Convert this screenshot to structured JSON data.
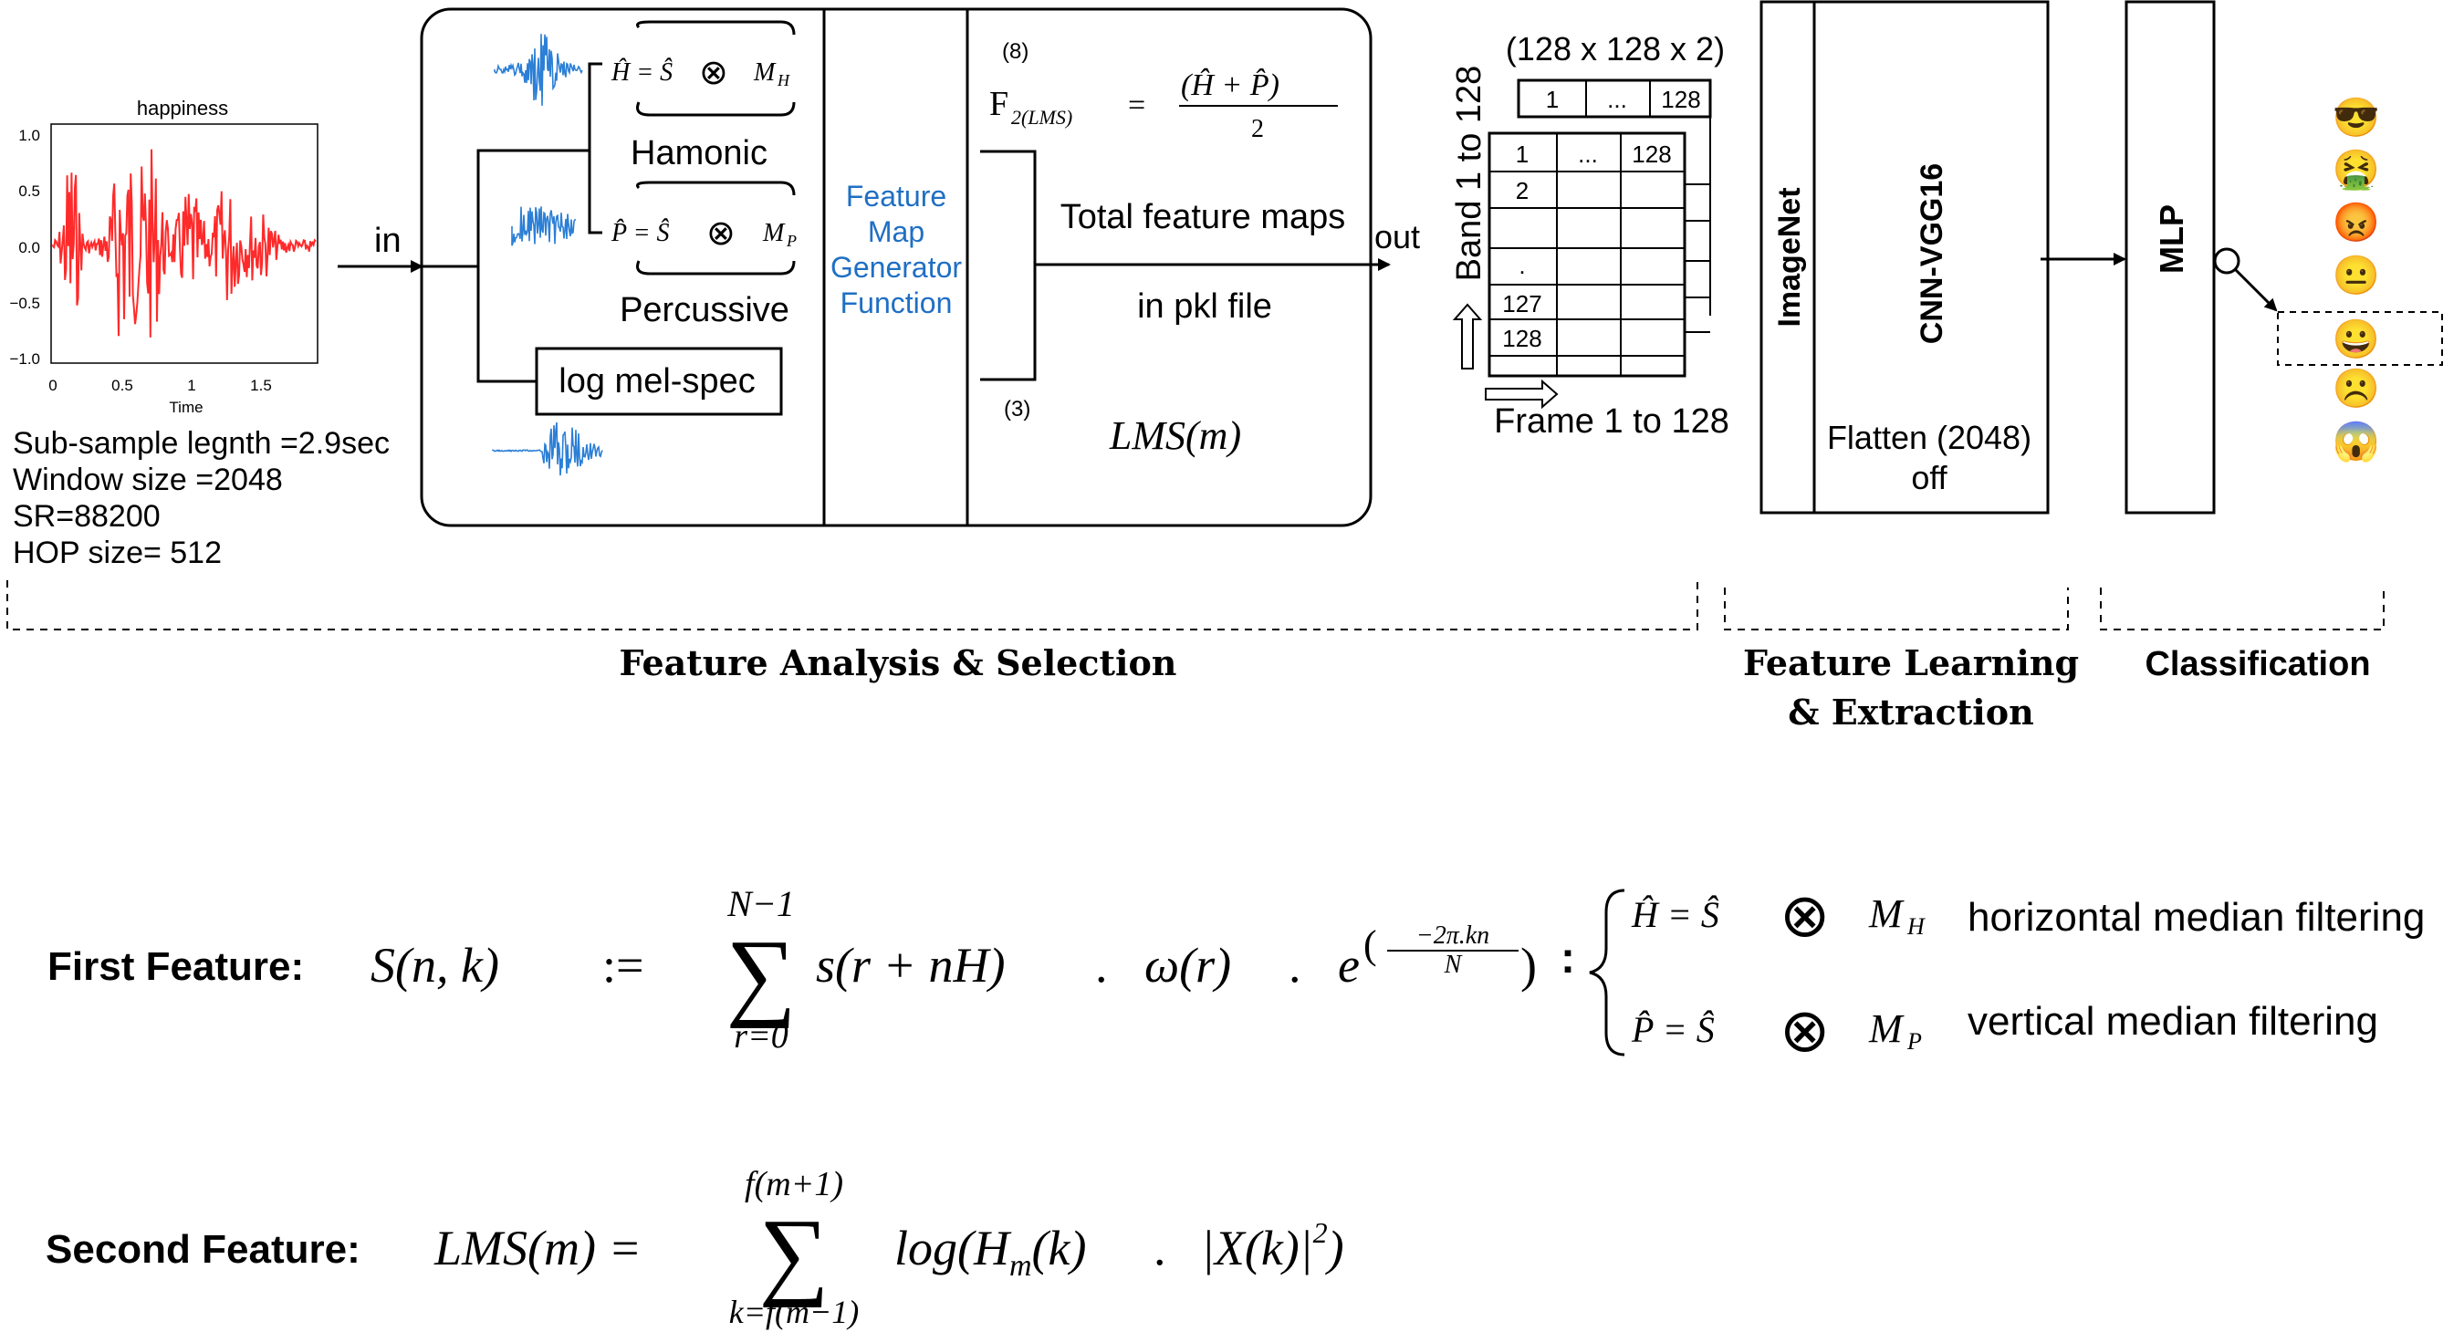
{
  "colors": {
    "waveform": "#ff2a2a",
    "feature_map_text": "#1f6fc4",
    "audio_thumb": "#2b7fd6"
  },
  "waveform_plot": {
    "title": "happiness",
    "xlabel": "Time",
    "y_ticks": [
      "1.0",
      "0.5",
      "0.0",
      "−0.5",
      "−1.0"
    ],
    "x_ticks": [
      "0",
      "0.5",
      "1",
      "1.5"
    ]
  },
  "params": {
    "line1": "Sub-sample legnth =2.9sec",
    "line2": "Window size =2048",
    "line3": "SR=88200",
    "line4": "HOP size= 512"
  },
  "flow": {
    "in_label": "in",
    "out_label": "out"
  },
  "decomposition": {
    "harmonic_label": "Hamonic",
    "percussive_label": "Percussive",
    "logmel_label": "log mel-spec",
    "h_symbol": "Ĥ = Ŝ",
    "h_mask": "M",
    "h_sub": "H",
    "p_symbol": "P̂ = Ŝ",
    "p_mask": "M",
    "p_sub": "P",
    "otimes": "⊗"
  },
  "feature_map_generator": {
    "line1": "Feature",
    "line2": "Map",
    "line3": "Generator",
    "line4": "Function"
  },
  "fusion": {
    "eq_num_top": "(8)",
    "eq_num_bottom": "(3)",
    "f_label": "F",
    "f_sub": "2(LMS)",
    "equals": "=",
    "numerator": "(Ĥ   +   P̂)",
    "denominator": "2",
    "total_line1": "Total feature maps",
    "total_line2": "in pkl file",
    "lms": "LMS(m)"
  },
  "grid": {
    "dims": "(128 x 128 x 2)",
    "band_label": "Band 1 to 128",
    "frame_label": "Frame 1 to 128",
    "back_cells": [
      "1",
      "...",
      "128"
    ],
    "row_labels": [
      "1",
      "2",
      "",
      ".",
      "127",
      "128"
    ],
    "front_header": [
      "1",
      "...",
      "128"
    ]
  },
  "cnn": {
    "imagenet": "ImageNet",
    "vgg": "CNN-VGG16",
    "flatten_line1": "Flatten (2048)",
    "flatten_line2": "off"
  },
  "mlp": {
    "label": "MLP"
  },
  "emojis": [
    "😎",
    "🤮",
    "😡",
    "😐",
    "😀",
    "☹️",
    "😱"
  ],
  "sections": {
    "analysis": "Feature Analysis & Selection",
    "learning_line1": "Feature Learning",
    "learning_line2": "& Extraction",
    "classification": "Classification"
  },
  "first_feature": {
    "label": "First Feature:",
    "lhs": "S(n,  k)",
    "assign": ":=",
    "sum_top": "N−1",
    "sum_bottom": "r=0",
    "term1": "s(r + nH)",
    "dot": ".",
    "term2": "ω(r)",
    "exp_base": "e",
    "exp_num": "−2π.kn",
    "exp_den": "N",
    "colon": ":",
    "h_line": "Ĥ = Ŝ",
    "h_mask": "M",
    "h_sub": "H",
    "h_desc": "horizontal median filtering",
    "p_line": "P̂ = Ŝ",
    "p_mask": "M",
    "p_sub": "P",
    "p_desc": "vertical median filtering"
  },
  "second_feature": {
    "label": "Second Feature:",
    "lhs": "LMS(m) =",
    "sum_top": "f(m+1)",
    "sum_bottom": "k=f(m−1)",
    "term1": "log(H",
    "term1_sub": "m",
    "term1_rest": "(k)",
    "dot": ".",
    "term2": "|X(k)|",
    "term2_sup": "2",
    "close": ")"
  }
}
